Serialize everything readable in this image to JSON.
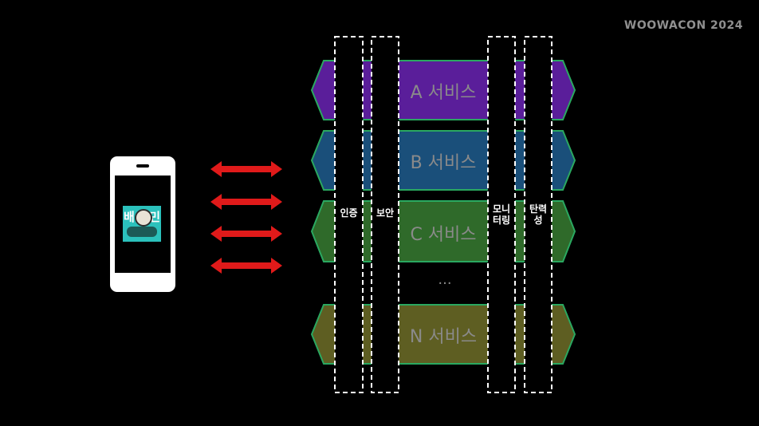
{
  "brand": "WOOWACON 2024",
  "phone": {
    "app_icon": "baemin-app-icon",
    "app_text_left": "배",
    "app_text_right": "민"
  },
  "services": [
    {
      "label": "A 서비스",
      "color": "#5a1e9a"
    },
    {
      "label": "B 서비스",
      "color": "#1a4f7a"
    },
    {
      "label": "C 서비스",
      "color": "#2f6a2a"
    },
    {
      "label": "N 서비스",
      "color": "#5e5e22"
    }
  ],
  "ellipsis": "...",
  "cross_cutting": [
    {
      "label": "인증"
    },
    {
      "label": "보안"
    },
    {
      "label": "모니\n터링"
    },
    {
      "label": "탄력\n성"
    }
  ],
  "arrow_color": "#e01a1a",
  "border_color": "#2aa860"
}
